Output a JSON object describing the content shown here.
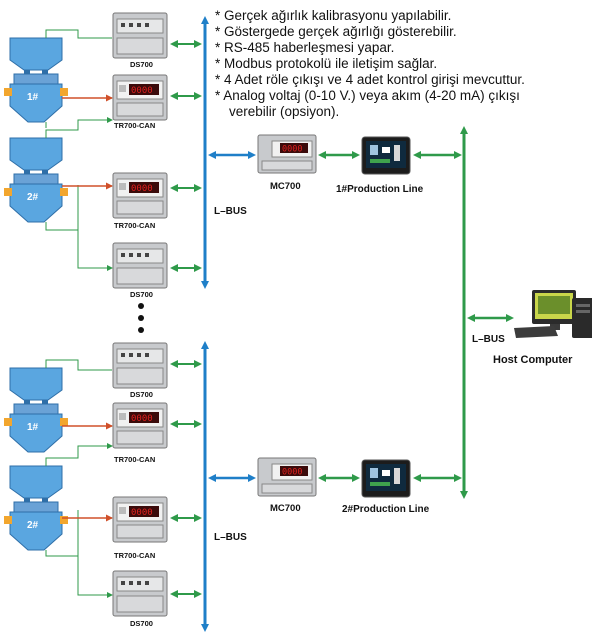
{
  "features": [
    "* Gerçek ağırlık kalibrasyonu yapılabilir.",
    "* Göstergede gerçek ağırlığı gösterebilir.",
    "* RS-485 haberleşmesi yapar.",
    "* Modbus protokolü ile iletişim sağlar.",
    "* 4 Adet röle çıkışı ve 4 adet kontrol girişi mevcuttur.",
    "* Analog voltaj (0-10 V.) veya akım (4-20 mA) çıkışı",
    "verebilir (opsiyon)."
  ],
  "labels": {
    "ds700": "DS700",
    "tr700": "TR700-CAN",
    "mc700": "MC700",
    "lbus": "L–BUS",
    "line1": "1#Production Line",
    "line2": "2#Production Line",
    "host": "Host Computer",
    "hopper1": "1#",
    "hopper2": "2#",
    "display_value": "0000"
  },
  "colors": {
    "bus_blue": "#1f7fc8",
    "link_green": "#2f9a4a",
    "signal_orange": "#d0502a",
    "hopper_blue": "#5aa6e0",
    "hopper_dark": "#2f6fa8",
    "led_red": "#e0201e",
    "device_gray": "#c8cacd"
  }
}
